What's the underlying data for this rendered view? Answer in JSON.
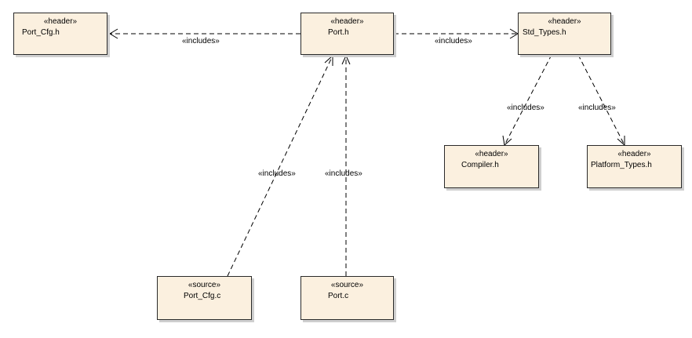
{
  "diagram": {
    "nodes": [
      {
        "id": "port_cfg_h",
        "stereotype": "«header»",
        "name": "Port_Cfg.h"
      },
      {
        "id": "port_h",
        "stereotype": "«header»",
        "name": "Port.h"
      },
      {
        "id": "std_types_h",
        "stereotype": "«header»",
        "name": "Std_Types.h"
      },
      {
        "id": "compiler_h",
        "stereotype": "«header»",
        "name": "Compiler.h"
      },
      {
        "id": "platform_types_h",
        "stereotype": "«header»",
        "name": "Platform_Types.h"
      },
      {
        "id": "port_cfg_c",
        "stereotype": "«source»",
        "name": "Port_Cfg.c"
      },
      {
        "id": "port_c",
        "stereotype": "«source»",
        "name": "Port.c"
      }
    ],
    "edges": [
      {
        "id": "porth_to_portcfgh",
        "from": "port_h",
        "to": "port_cfg_h",
        "label": "«includes»"
      },
      {
        "id": "porth_to_stdtypes",
        "from": "port_h",
        "to": "std_types_h",
        "label": "«includes»"
      },
      {
        "id": "stdtypes_to_compiler",
        "from": "std_types_h",
        "to": "compiler_h",
        "label": "«includes»"
      },
      {
        "id": "stdtypes_to_platform",
        "from": "std_types_h",
        "to": "platform_types_h",
        "label": "«includes»"
      },
      {
        "id": "portcfgc_to_porth",
        "from": "port_cfg_c",
        "to": "port_h",
        "label": "«includes»"
      },
      {
        "id": "portc_to_porth",
        "from": "port_c",
        "to": "port_h",
        "label": "«includes»"
      }
    ],
    "colors": {
      "node_fill": "#fbf0df",
      "node_border": "#2a2a2a",
      "node_shadow": "#cfcfcf",
      "edge": "#000000"
    }
  }
}
